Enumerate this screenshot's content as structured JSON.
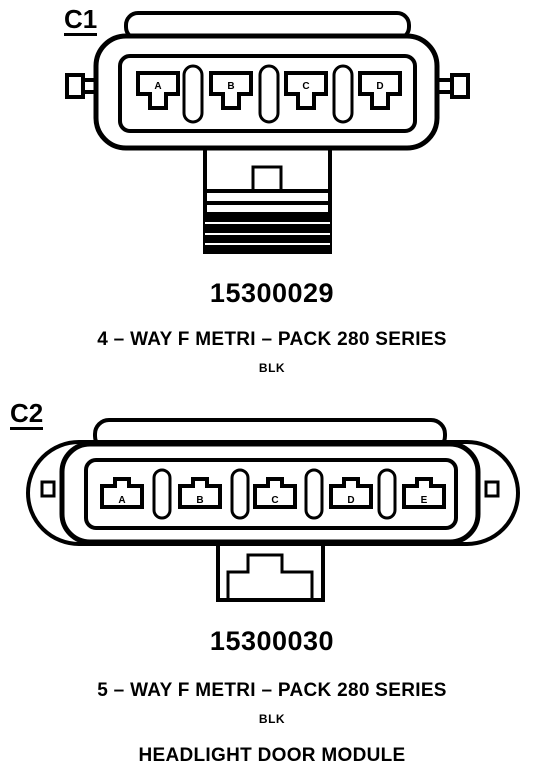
{
  "connectors": [
    {
      "label": "C1",
      "part_number": "15300029",
      "description": "4 – WAY F METRI – PACK 280 SERIES",
      "color": "BLK",
      "terminals": [
        "A",
        "B",
        "C",
        "D"
      ]
    },
    {
      "label": "C2",
      "part_number": "15300030",
      "description": "5 – WAY F METRI – PACK 280 SERIES",
      "color": "BLK",
      "terminals": [
        "A",
        "B",
        "C",
        "D",
        "E"
      ]
    }
  ],
  "title": "HEADLIGHT DOOR MODULE"
}
